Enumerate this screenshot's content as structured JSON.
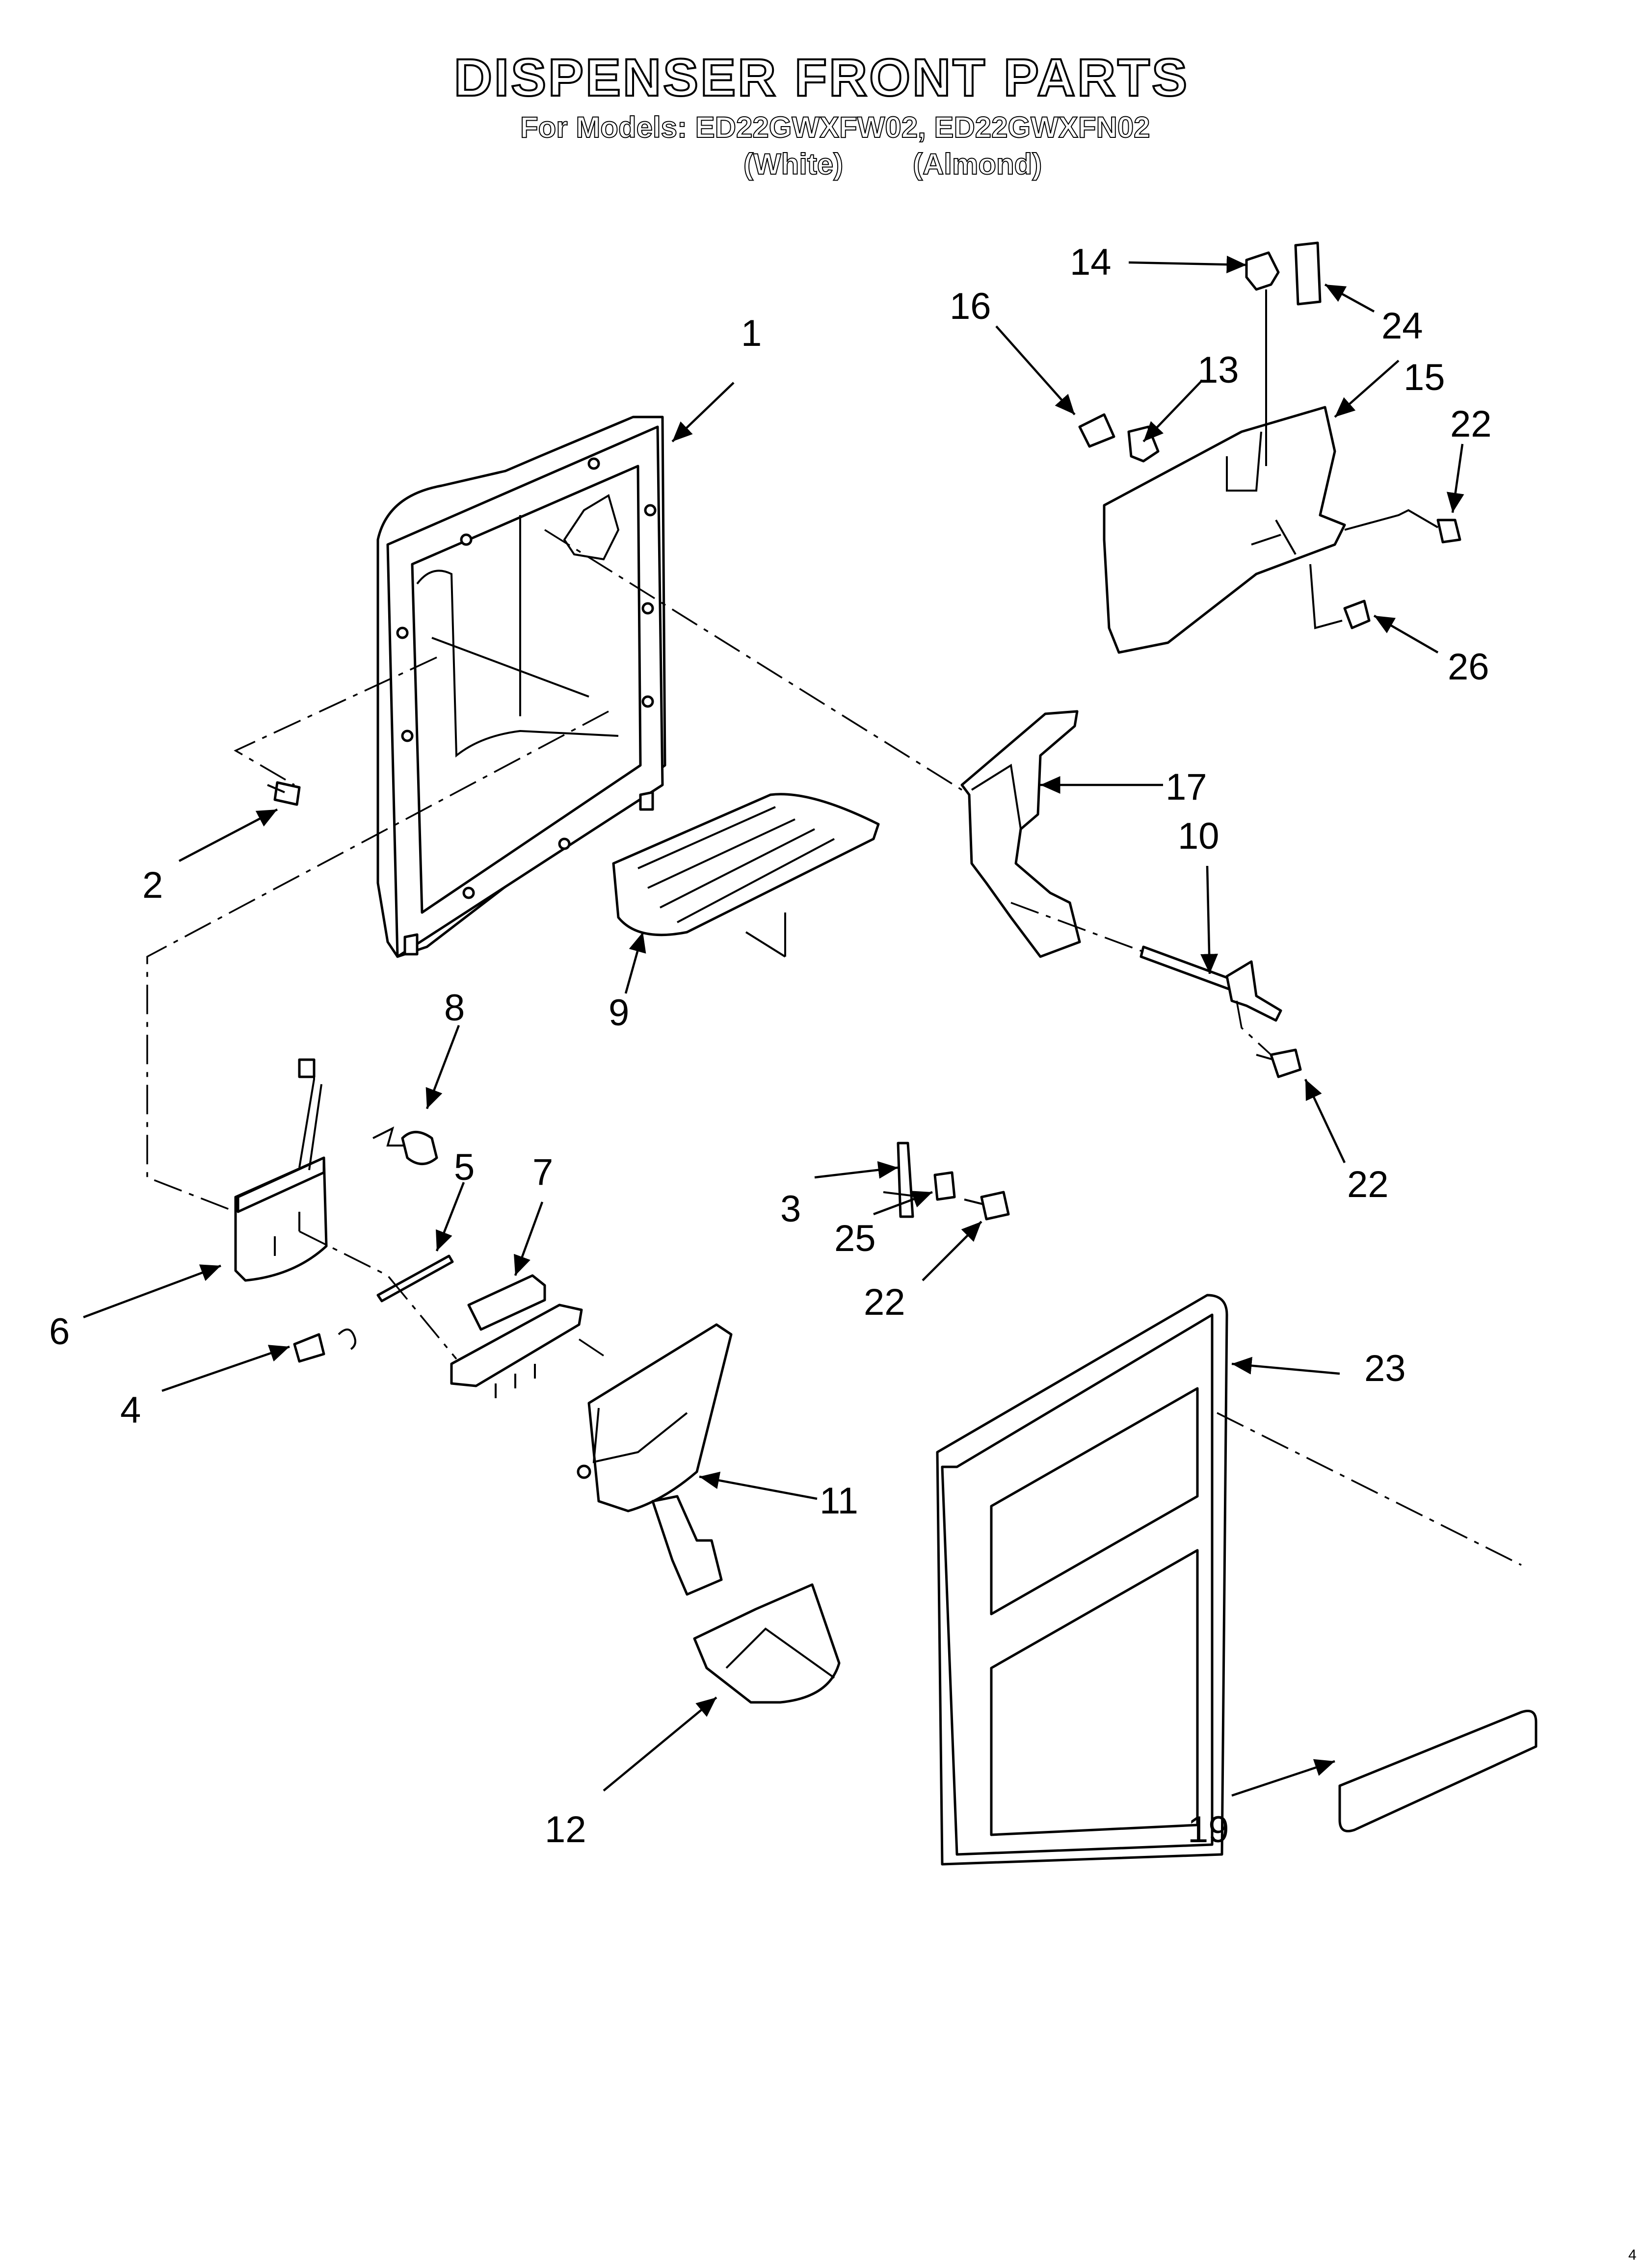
{
  "header": {
    "title": "DISPENSER FRONT PARTS",
    "models_line": "For Models: ED22GWXFW02, ED22GWXFN02",
    "variant_white": "(White)",
    "variant_almond": "(Almond)"
  },
  "callouts": {
    "p1": "1",
    "p2": "2",
    "p3": "3",
    "p4": "4",
    "p5": "5",
    "p6": "6",
    "p7": "7",
    "p8": "8",
    "p9": "9",
    "p10": "10",
    "p11": "11",
    "p12": "12",
    "p13": "13",
    "p14": "14",
    "p15": "15",
    "p16": "16",
    "p17": "17",
    "p19": "19",
    "p22a": "22",
    "p22b": "22",
    "p22c": "22",
    "p23": "23",
    "p24": "24",
    "p25": "25",
    "p26": "26"
  },
  "footer": {
    "mark": "4"
  }
}
